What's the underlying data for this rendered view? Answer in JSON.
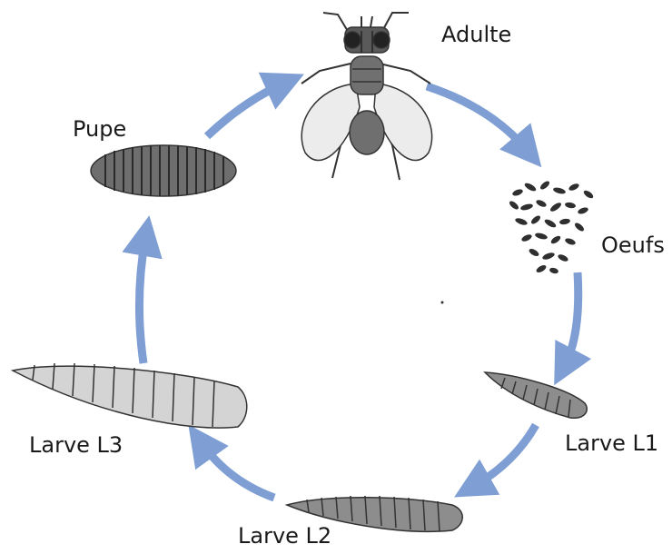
{
  "diagram": {
    "stages": [
      {
        "id": "adulte",
        "label": "Adulte"
      },
      {
        "id": "oeufs",
        "label": "Oeufs"
      },
      {
        "id": "l1",
        "label": "Larve L1"
      },
      {
        "id": "l2",
        "label": "Larve L2"
      },
      {
        "id": "l3",
        "label": "Larve L3"
      },
      {
        "id": "pupe",
        "label": "Pupe"
      }
    ],
    "colors": {
      "arrow": "#7f9fd4",
      "pupa_fill": "#6e6e6e",
      "larva_dark": "#8a8a8a",
      "larva_light": "#d4d4d4",
      "fly_body": "#707070",
      "fly_wing": "#ececec",
      "outline": "#333333"
    }
  }
}
